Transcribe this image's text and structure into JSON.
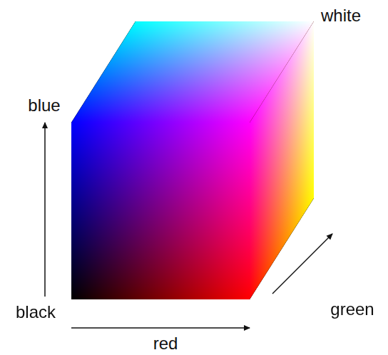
{
  "diagram": {
    "labels": [
      "white",
      "blue",
      "black",
      "red",
      "green"
    ]
  }
}
